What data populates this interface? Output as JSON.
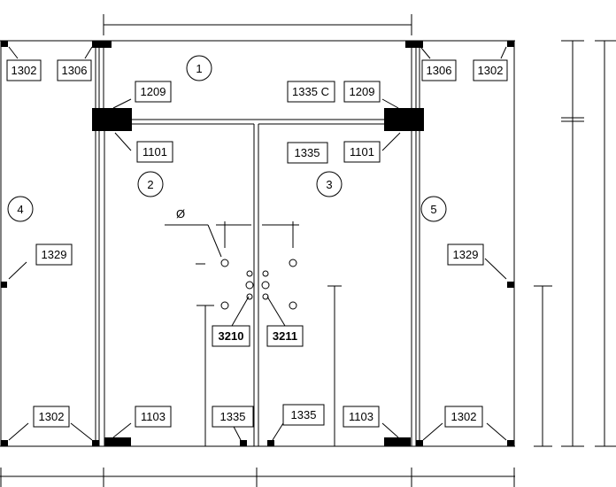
{
  "labels": {
    "top_left_1302": "1302",
    "top_left_1306": "1306",
    "top_right_1306": "1306",
    "top_right_1302": "1302",
    "left_1209": "1209",
    "right_1335c": "1335 C",
    "right_1209": "1209",
    "left_1101": "1101",
    "right_1335_top": "1335",
    "right_1101": "1101",
    "left_1329": "1329",
    "right_1329": "1329",
    "handle_left": "3210",
    "handle_right": "3211",
    "bottom_left_1302": "1302",
    "bottom_left_1103": "1103",
    "bottom_mid_left_1335": "1335",
    "bottom_mid_right_1335": "1335",
    "bottom_right_1103": "1103",
    "bottom_right_1302": "1302",
    "diameter_symbol": "Ø"
  },
  "panels": {
    "p1": "1",
    "p2": "2",
    "p3": "3",
    "p4": "4",
    "p5": "5"
  },
  "colors": {
    "line": "#000000",
    "background": "#ffffff"
  }
}
